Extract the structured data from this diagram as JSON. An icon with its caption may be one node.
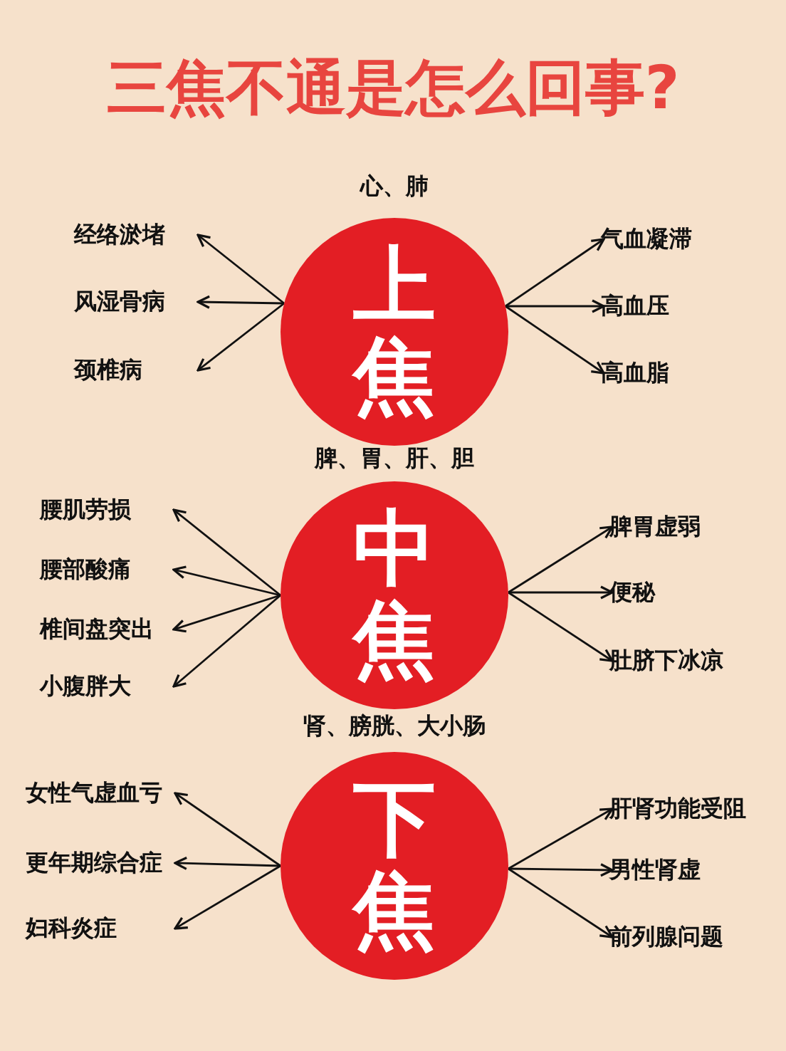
{
  "diagram": {
    "title": "三焦不通是怎么回事?",
    "nodes": [
      {
        "text": [
          "上焦"
        ],
        "beside": [
          "心、肺"
        ]
      },
      {
        "text": [
          "经络淤堵"
        ]
      },
      {
        "text": [
          "风湿骨病"
        ]
      },
      {
        "text": [
          "颈椎病"
        ]
      },
      {
        "text": [
          "气血凝滞"
        ]
      },
      {
        "text": [
          "高血压"
        ]
      },
      {
        "text": [
          "高血脂"
        ]
      },
      {
        "text": [
          "中焦"
        ],
        "beside": [
          "脾、胃、肝、胆"
        ]
      },
      {
        "text": [
          "腰肌劳损"
        ]
      },
      {
        "text": [
          "腰部酸痛"
        ]
      },
      {
        "text": [
          "椎间盘突出"
        ]
      },
      {
        "text": [
          "小腹胖大"
        ]
      },
      {
        "text": [
          "脾胃虚弱"
        ]
      },
      {
        "text": [
          "便秘"
        ]
      },
      {
        "text": [
          "肚脐下冰凉"
        ]
      },
      {
        "text": [
          "下焦"
        ],
        "beside": [
          "肾、膀胱、大小肠"
        ]
      },
      {
        "text": [
          "女性气虚血亏"
        ]
      },
      {
        "text": [
          "更年期综合症"
        ]
      },
      {
        "text": [
          "妇科炎症"
        ]
      },
      {
        "text": [
          "肝肾功能受阻"
        ]
      },
      {
        "text": [
          "男性肾虚"
        ]
      },
      {
        "text": [
          "前列腺问题"
        ]
      }
    ],
    "edges": [
      {
        "from": 0,
        "to": 1,
        "arrow": "to"
      },
      {
        "from": 0,
        "to": 2,
        "arrow": "to"
      },
      {
        "from": 0,
        "to": 3,
        "arrow": "to"
      },
      {
        "from": 0,
        "to": 4,
        "arrow": "to"
      },
      {
        "from": 0,
        "to": 5,
        "arrow": "to"
      },
      {
        "from": 0,
        "to": 6,
        "arrow": "to"
      },
      {
        "from": 7,
        "to": 8,
        "arrow": "to"
      },
      {
        "from": 7,
        "to": 9,
        "arrow": "to"
      },
      {
        "from": 7,
        "to": 10,
        "arrow": "to"
      },
      {
        "from": 7,
        "to": 11,
        "arrow": "to"
      },
      {
        "from": 7,
        "to": 12,
        "arrow": "to"
      },
      {
        "from": 7,
        "to": 13,
        "arrow": "to"
      },
      {
        "from": 7,
        "to": 14,
        "arrow": "to"
      },
      {
        "from": 15,
        "to": 16,
        "arrow": "to"
      },
      {
        "from": 15,
        "to": 17,
        "arrow": "to"
      },
      {
        "from": 15,
        "to": 18,
        "arrow": "to"
      },
      {
        "from": 15,
        "to": 19,
        "arrow": "to"
      },
      {
        "from": 15,
        "to": 20,
        "arrow": "to"
      },
      {
        "from": 15,
        "to": 21,
        "arrow": "to"
      }
    ]
  }
}
